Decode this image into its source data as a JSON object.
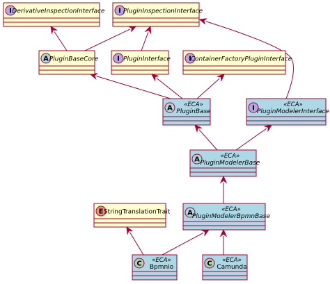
{
  "diagram": {
    "colors": {
      "border": "#a80036",
      "plain_fill": "#fefece",
      "eca_fill": "#add8e6",
      "badge_interface": "#b4a7e5",
      "badge_abstract": "#a9dcdf",
      "badge_class": "#add1b2",
      "badge_enum": "#eb937f"
    },
    "nodes": [
      {
        "id": "DerivativeInspectionInterface",
        "badge": "I",
        "kind": "interface",
        "stereotype": "",
        "title": "DerivativeInspectionInterface"
      },
      {
        "id": "PluginInspectionInterface",
        "badge": "I",
        "kind": "interface",
        "stereotype": "",
        "title": "PluginInspectionInterface"
      },
      {
        "id": "PluginBaseCore",
        "badge": "A",
        "kind": "abstract",
        "stereotype": "",
        "title": "PluginBaseCore"
      },
      {
        "id": "PluginInterface",
        "badge": "I",
        "kind": "interface",
        "stereotype": "",
        "title": "PluginInterface"
      },
      {
        "id": "ContainerFactoryPluginInterface",
        "badge": "I",
        "kind": "interface",
        "stereotype": "",
        "title": "ContainerFactoryPluginInterface"
      },
      {
        "id": "PluginBase",
        "badge": "A",
        "kind": "abstract",
        "stereotype": "«ECA»",
        "title": "PluginBase"
      },
      {
        "id": "PluginModelerInterface",
        "badge": "I",
        "kind": "interface",
        "stereotype": "«ECA»",
        "title": "PluginModelerInterface"
      },
      {
        "id": "PluginModelerBase",
        "badge": "A",
        "kind": "abstract",
        "stereotype": "«ECA»",
        "title": "PluginModelerBase"
      },
      {
        "id": "StringTranslationTrait",
        "badge": "E",
        "kind": "enum",
        "stereotype": "",
        "title": "StringTranslationTrait"
      },
      {
        "id": "PluginModelerBpmnBase",
        "badge": "A",
        "kind": "abstract",
        "stereotype": "«ECA»",
        "title": "PluginModelerBpmnBase"
      },
      {
        "id": "Bpmnio",
        "badge": "C",
        "kind": "class",
        "stereotype": "«ECA»",
        "title": "Bpmnio"
      },
      {
        "id": "Camunda",
        "badge": "C",
        "kind": "class",
        "stereotype": "«ECA»",
        "title": "Camunda"
      }
    ],
    "edges": [
      {
        "from": "PluginBaseCore",
        "to": "DerivativeInspectionInterface"
      },
      {
        "from": "PluginBaseCore",
        "to": "PluginInspectionInterface"
      },
      {
        "from": "PluginInterface",
        "to": "PluginInspectionInterface"
      },
      {
        "from": "PluginModelerInterface",
        "to": "PluginInspectionInterface"
      },
      {
        "from": "PluginBase",
        "to": "PluginBaseCore"
      },
      {
        "from": "PluginBase",
        "to": "PluginInterface"
      },
      {
        "from": "PluginBase",
        "to": "ContainerFactoryPluginInterface"
      },
      {
        "from": "PluginModelerBase",
        "to": "PluginBase"
      },
      {
        "from": "PluginModelerBase",
        "to": "PluginModelerInterface"
      },
      {
        "from": "PluginModelerBpmnBase",
        "to": "PluginModelerBase"
      },
      {
        "from": "Bpmnio",
        "to": "StringTranslationTrait"
      },
      {
        "from": "Bpmnio",
        "to": "PluginModelerBpmnBase"
      },
      {
        "from": "Camunda",
        "to": "PluginModelerBpmnBase"
      }
    ]
  }
}
